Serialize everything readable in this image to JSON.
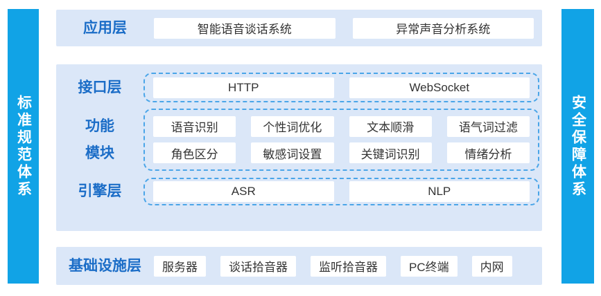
{
  "colors": {
    "pillar_blue": "#11a3e6",
    "panel_blue": "#dbe7f8",
    "label_blue": "#1b6dc7",
    "dashed_border_blue": "#4aa5e8",
    "pill_bg": "#ffffff",
    "pill_text": "#333333"
  },
  "left_pillar": {
    "label": "标准规范体系"
  },
  "right_pillar": {
    "label": "安全保障体系"
  },
  "app_layer": {
    "label": "应用层",
    "pills": [
      "智能语音谈话系统",
      "异常声音分析系统"
    ]
  },
  "interface_layer": {
    "label": "接口层",
    "pills": [
      "HTTP",
      "WebSocket"
    ]
  },
  "function_module": {
    "label_line1": "功能",
    "label_line2": "模块",
    "row1": [
      "语音识别",
      "个性词优化",
      "文本顺滑",
      "语气词过滤"
    ],
    "row2": [
      "角色区分",
      "敏感词设置",
      "关键词识别",
      "情绪分析"
    ]
  },
  "engine_layer": {
    "label": "引擎层",
    "pills": [
      "ASR",
      "NLP"
    ]
  },
  "infrastructure_layer": {
    "label": "基础设施层",
    "pills": [
      "服务器",
      "谈话拾音器",
      "监听拾音器",
      "PC终端",
      "内网"
    ]
  }
}
